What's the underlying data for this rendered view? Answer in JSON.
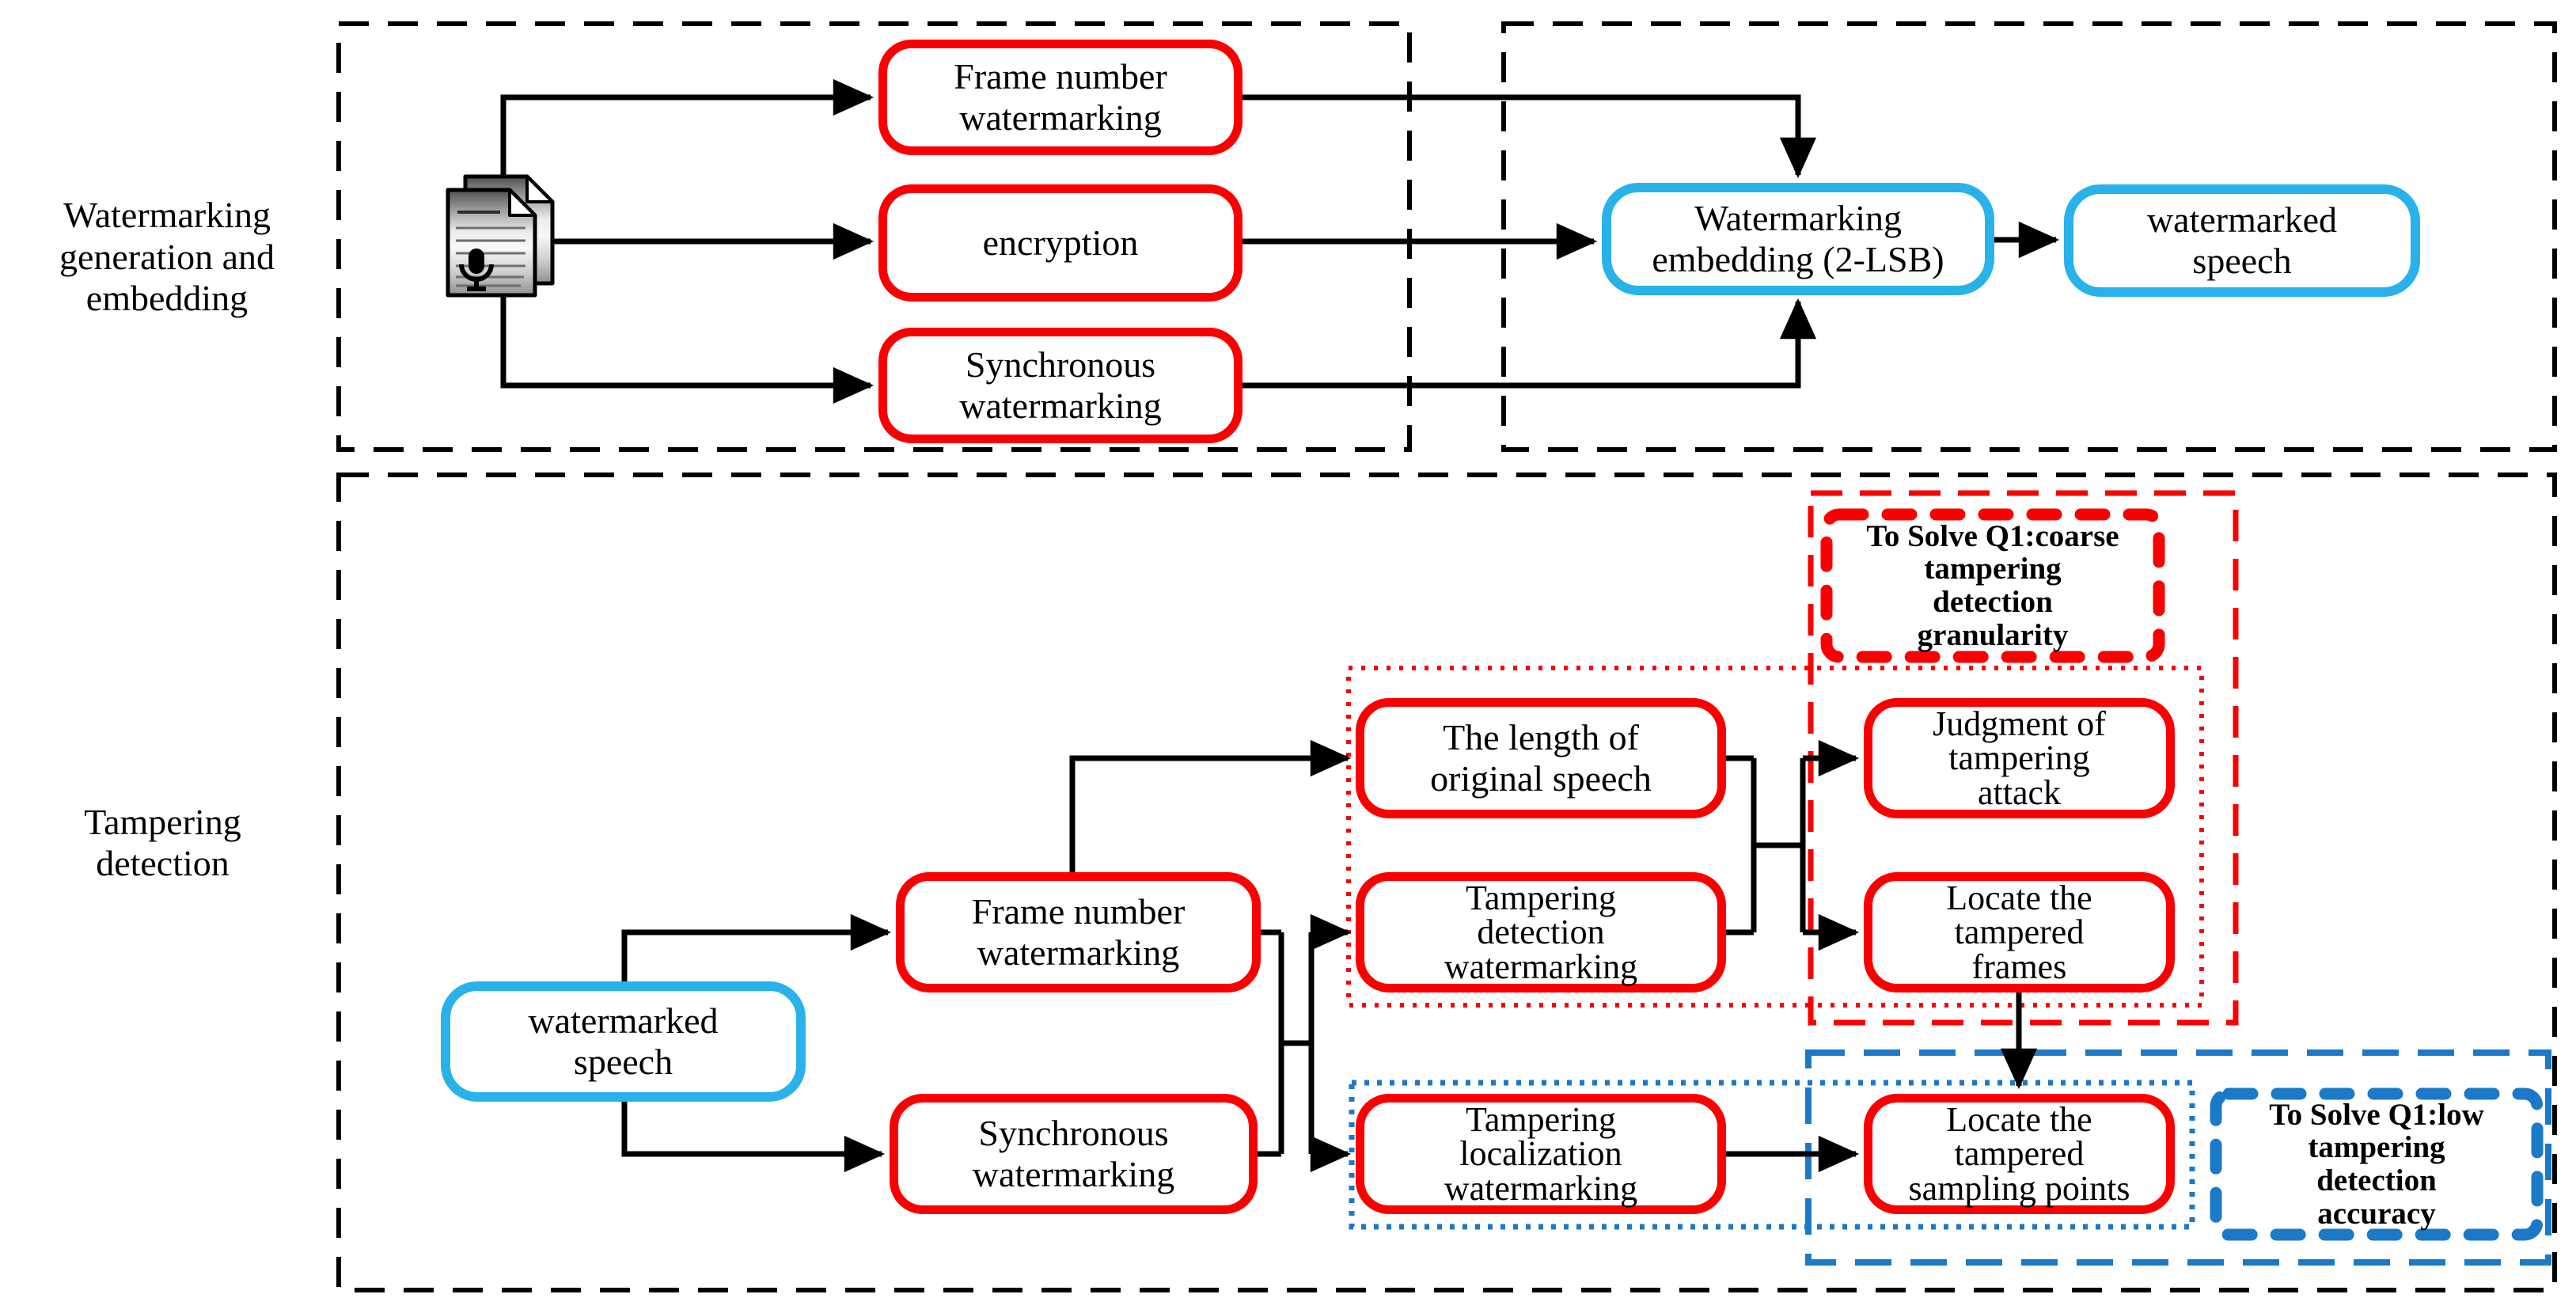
{
  "sections": {
    "generation": {
      "label": "Watermarking\ngeneration and\nembedding"
    },
    "detection": {
      "label": "Tampering\ndetection"
    }
  },
  "nodes": {
    "frame_top": {
      "label": "Frame number\nwatermarking"
    },
    "encryption": {
      "label": "encryption"
    },
    "sync_top": {
      "label": "Synchronous\nwatermarking"
    },
    "embed": {
      "label": "Watermarking\nembedding (2-LSB)"
    },
    "wspeech_top": {
      "label": "watermarked\nspeech"
    },
    "wspeech_bottom": {
      "label": "watermarked\nspeech"
    },
    "frame_bottom": {
      "label": "Frame number\nwatermarking"
    },
    "sync_bottom": {
      "label": "Synchronous\nwatermarking"
    },
    "length": {
      "label": "The length of\noriginal speech"
    },
    "tamper_detection_wm": {
      "label": "Tampering\ndetection\nwatermarking"
    },
    "tamper_localization_wm": {
      "label": "Tampering\nlocalization\nwatermarking"
    },
    "judgment": {
      "label": "Judgment of\ntampering\nattack"
    },
    "locate_frames": {
      "label": "Locate the\ntampered\nframes"
    },
    "locate_samples": {
      "label": "Locate the\ntampered\nsampling points"
    }
  },
  "callouts": {
    "q1_coarse": {
      "label": "To Solve Q1:coarse\ntampering\ndetection\ngranularity"
    },
    "q1_low": {
      "label": "To Solve Q1:low\ntampering\ndetection\naccuracy"
    }
  },
  "icons": {
    "speech_document": "speech-document-icon"
  },
  "colors": {
    "node_border_red": "#fa0000",
    "node_border_cyan": "#29b2ea",
    "annotation_red": "#fa0000",
    "annotation_blue": "#1b79c7",
    "connector_black": "#000000"
  }
}
